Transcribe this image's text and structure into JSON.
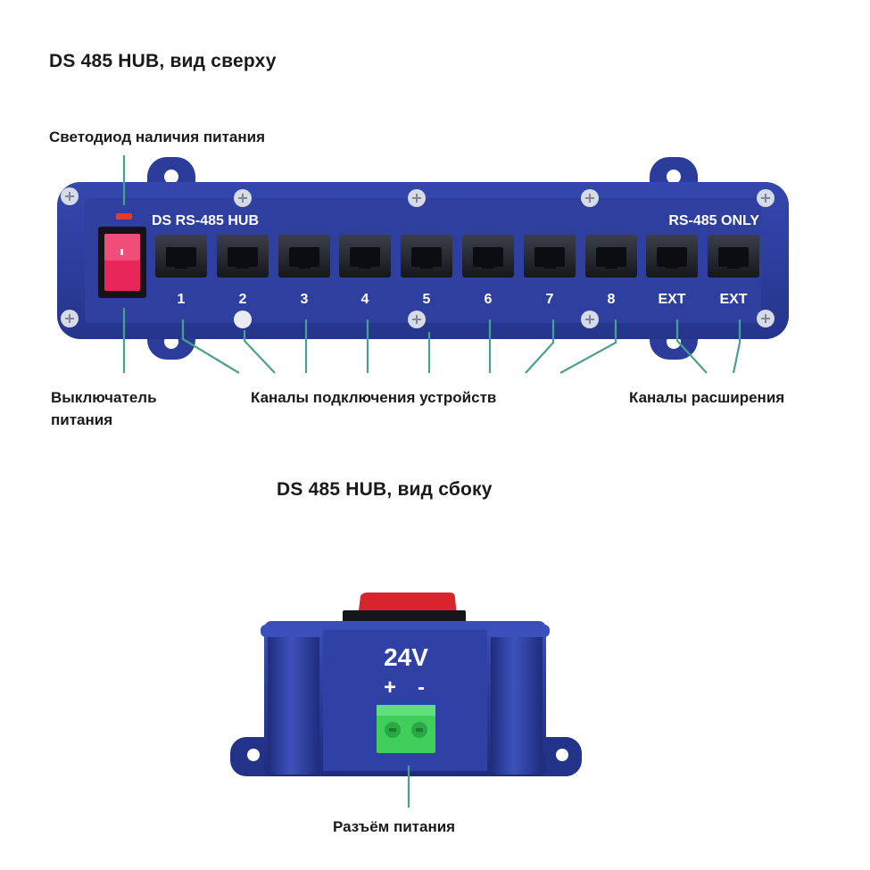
{
  "top_view": {
    "title": "DS 485 HUB, вид сверху",
    "device_label_left": "DS RS-485 HUB",
    "device_label_right": "RS-485 ONLY",
    "ports": [
      "1",
      "2",
      "3",
      "4",
      "5",
      "6",
      "7",
      "8",
      "EXT",
      "EXT"
    ],
    "callouts": {
      "led": "Светодиод наличия питания",
      "switch_line1": "Выключатель",
      "switch_line2": "питания",
      "device_channels": "Каналы подключения устройств",
      "expansion_channels": "Каналы расширения"
    }
  },
  "side_view": {
    "title": "DS 485 HUB, вид сбоку",
    "voltage": "24V",
    "plus": "+",
    "minus": "-",
    "callout": "Разъём питания"
  },
  "colors": {
    "body": "#2b3c9a",
    "body_dark": "#1d2a78",
    "leader": "#4aa08a",
    "switch": "#e8265a",
    "led": "#e83a2a",
    "terminal": "#3fcf5a"
  }
}
